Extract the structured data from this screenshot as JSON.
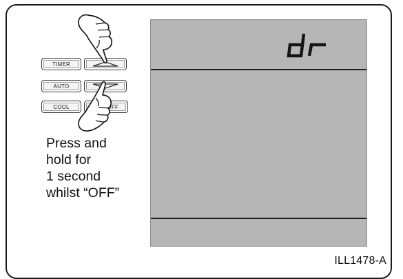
{
  "buttons": {
    "timer": "TIMER",
    "auto": "AUTO",
    "cool": "COOL",
    "onoff": "ON / OFF"
  },
  "instruction": {
    "line1": "Press and",
    "line2": "hold for",
    "line3": "1 second",
    "line4": "whilst “OFF”"
  },
  "display": {
    "code": "dr",
    "background_color": "#b6b6b6"
  },
  "illustration_code": "ILL1478-A",
  "icons": {
    "up": "up-arrow-icon",
    "down": "down-arrow-icon",
    "hand": "pointing-hand-icon"
  }
}
